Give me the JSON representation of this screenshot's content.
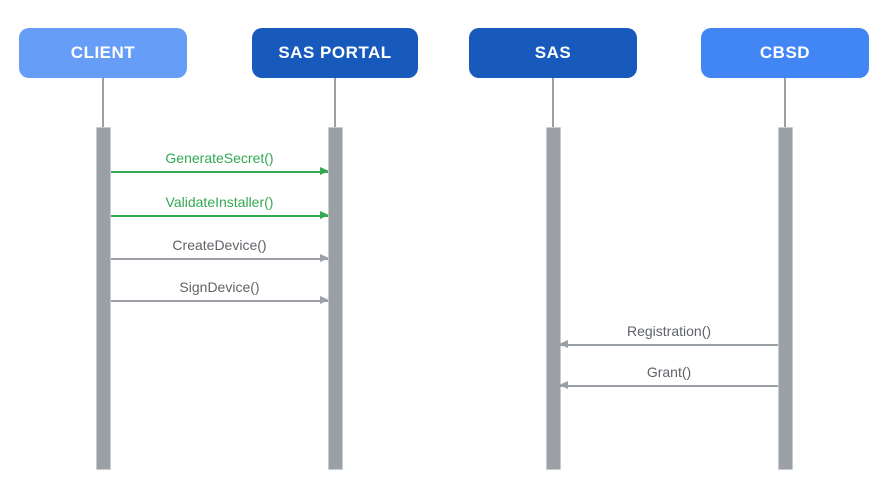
{
  "diagram": {
    "type": "sequence-diagram",
    "actors": [
      {
        "label": "CLIENT",
        "color": "#669DF6"
      },
      {
        "label": "SAS PORTAL",
        "color": "#185ABC"
      },
      {
        "label": "SAS",
        "color": "#185ABC"
      },
      {
        "label": "CBSD",
        "color": "#4285F4"
      }
    ],
    "messages": [
      {
        "label": "GenerateSecret()",
        "from": "CLIENT",
        "to": "SAS PORTAL",
        "direction": "right",
        "label_color": "#34A853",
        "line_color": "#34A853"
      },
      {
        "label": "ValidateInstaller()",
        "from": "CLIENT",
        "to": "SAS PORTAL",
        "direction": "right",
        "label_color": "#34A853",
        "line_color": "#34A853"
      },
      {
        "label": "CreateDevice()",
        "from": "CLIENT",
        "to": "SAS PORTAL",
        "direction": "right",
        "label_color": "#5F6368",
        "line_color": "#9AA0A6"
      },
      {
        "label": "SignDevice()",
        "from": "CLIENT",
        "to": "SAS PORTAL",
        "direction": "right",
        "label_color": "#5F6368",
        "line_color": "#9AA0A6"
      },
      {
        "label": "Registration()",
        "from": "CBSD",
        "to": "SAS",
        "direction": "left",
        "label_color": "#5F6368",
        "line_color": "#9AA0A6"
      },
      {
        "label": "Grant()",
        "from": "CBSD",
        "to": "SAS",
        "direction": "left",
        "label_color": "#5F6368",
        "line_color": "#9AA0A6"
      }
    ],
    "colors": {
      "background": "#FFFFFF",
      "actor_text": "#FFFFFF",
      "lifeline": "#9AA0A6",
      "activation_bar": "#9AA0A6"
    }
  }
}
